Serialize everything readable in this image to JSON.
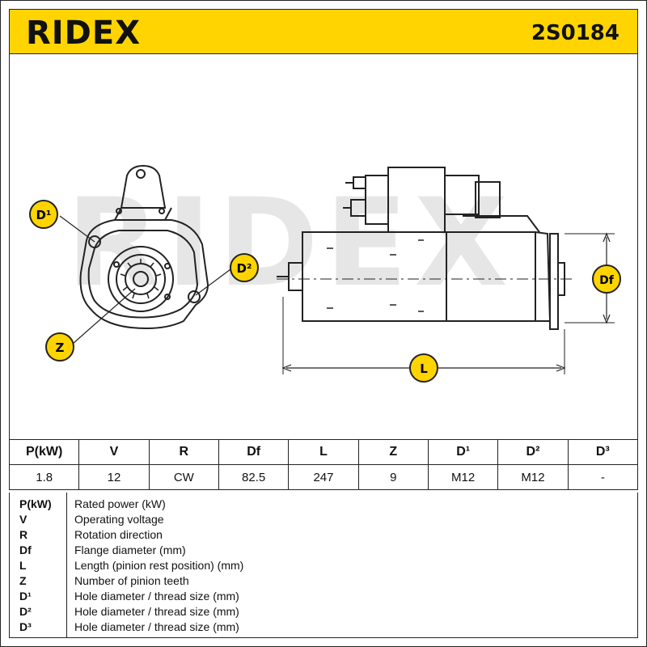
{
  "header": {
    "logo": "RIDEX",
    "part_number": "2S0184"
  },
  "drawing": {
    "watermark": "RIDEX",
    "labels": {
      "d1": "D¹",
      "d2": "D²",
      "z": "Z",
      "df": "Df",
      "l": "L"
    },
    "colors": {
      "badge": "#ffd400",
      "line": "#222222",
      "watermark": "#e4e4e4"
    }
  },
  "specs": {
    "headers": [
      "P(kW)",
      "V",
      "R",
      "Df",
      "L",
      "Z",
      "D¹",
      "D²",
      "D³"
    ],
    "values": [
      "1.8",
      "12",
      "CW",
      "82.5",
      "247",
      "9",
      "M12",
      "M12",
      "-"
    ]
  },
  "legend": [
    {
      "key": "P(kW)",
      "text": "Rated power (kW)"
    },
    {
      "key": "V",
      "text": "Operating voltage"
    },
    {
      "key": "R",
      "text": "Rotation direction"
    },
    {
      "key": "Df",
      "text": "Flange diameter (mm)"
    },
    {
      "key": "L",
      "text": "Length (pinion rest position) (mm)"
    },
    {
      "key": "Z",
      "text": "Number of pinion teeth"
    },
    {
      "key": "D¹",
      "text": "Hole diameter / thread size (mm)"
    },
    {
      "key": "D²",
      "text": "Hole diameter / thread size (mm)"
    },
    {
      "key": "D³",
      "text": "Hole diameter / thread size (mm)"
    }
  ]
}
